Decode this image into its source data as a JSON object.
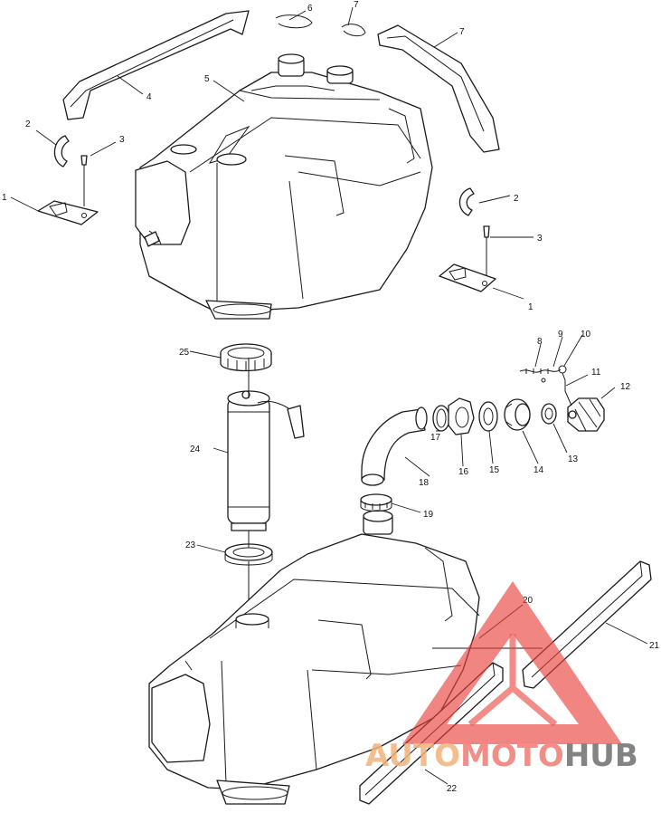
{
  "diagram": {
    "labels": {
      "l1a": "1",
      "l1b": "1",
      "l2a": "2",
      "l2b": "2",
      "l3a": "3",
      "l3b": "3",
      "l4": "4",
      "l5": "5",
      "l6": "6",
      "l7": "7",
      "l8": "8",
      "l9": "9",
      "l10": "10",
      "l11": "11",
      "l12": "12",
      "l13": "13",
      "l14": "14",
      "l15": "15",
      "l16": "16",
      "l17": "17",
      "l18": "18",
      "l19": "19",
      "l20": "20",
      "l21": "21",
      "l22": "22",
      "l23": "23",
      "l24": "24",
      "l25": "25"
    }
  },
  "watermark": {
    "part1": "AUTO",
    "part2": "MOTO",
    "part3": "HUB",
    "colors": {
      "triangle": "#e8403a",
      "auto": "#f2b27a",
      "moto": "#f07a73",
      "hub": "#6e6e6e"
    }
  }
}
